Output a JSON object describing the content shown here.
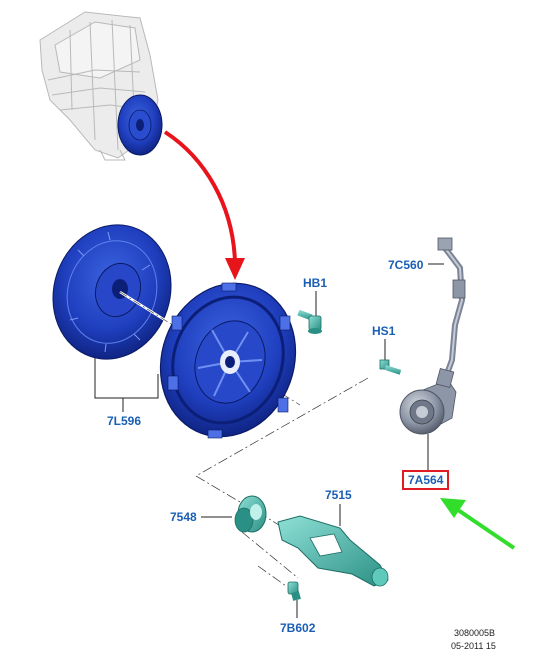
{
  "callouts": {
    "hb1": "HB1",
    "c7560": "7C560",
    "hs1": "HS1",
    "l7596": "7L596",
    "a7564": "7A564",
    "n7515": "7515",
    "n7548": "7548",
    "b7602": "7B602"
  },
  "footer": {
    "ref_code": "3080005B",
    "date_code": "05-2011 15"
  },
  "colors": {
    "part_blue": "#1f3fbf",
    "part_dark": "#0c1f78",
    "label_blue": "#1a5fb4",
    "highlight_box": "#e01b24",
    "red_arrow": "#e8141b",
    "green_arrow": "#33dd2b",
    "teal_fastener": "#3fb6a8",
    "engine_gray": "#c8c8c8",
    "bearing_gray": "#8d96a6"
  }
}
